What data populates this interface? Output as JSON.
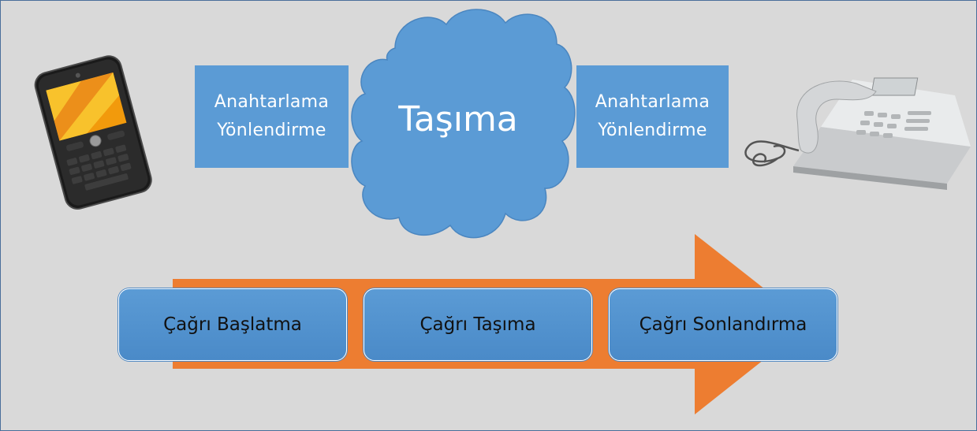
{
  "left_box": {
    "line1": "Anahtarlama",
    "line2": "Yönlendirme"
  },
  "cloud": {
    "label": "Taşıma"
  },
  "right_box": {
    "line1": "Anahtarlama",
    "line2": "Yönlendirme"
  },
  "phases": [
    {
      "label": "Çağrı Başlatma"
    },
    {
      "label": "Çağrı Taşıma"
    },
    {
      "label": "Çağrı Sonlandırma"
    }
  ],
  "colors": {
    "background": "#d9d9d9",
    "box_blue": "#5b9bd5",
    "arrow_orange": "#ed7d31",
    "text_white": "#ffffff"
  },
  "icons": [
    "mobile-phone-icon",
    "cloud-icon",
    "desk-phone-icon",
    "process-arrow"
  ]
}
